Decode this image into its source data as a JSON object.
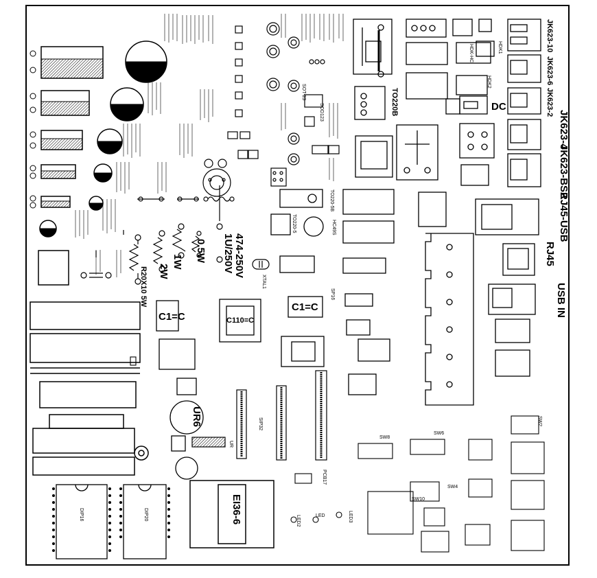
{
  "labels": {
    "jk623_10": "JK623-10",
    "jk623_6": "JK623-6",
    "jk623_2": "JK623-2",
    "jk623_4": "JK623-4",
    "jk623_bs2": "JK623-BS2",
    "rj45_usb": "RJ45-USB",
    "rj45": "RJ45",
    "usb_in": "USB IN",
    "dc": "DC",
    "hdk1": "HDK1",
    "hdk2": "HDK2",
    "hdk_hc": "HDK-HC",
    "to220b": "TO220B",
    "to220_5b": "TO220-5B",
    "to220_5": "TO220-5",
    "hc49s": "HC49S",
    "c1c_a": "C1=C",
    "c1c_b": "C1=C",
    "c110c": "C110=C",
    "ei136": "EI36-6",
    "cap_474": "474-250V",
    "cap_1u": "1U/250V",
    "res_05w": "0.5W",
    "res_1w": "1W",
    "res_2w": "2W",
    "res_5w": "R20X10 5W",
    "xtal": "XTAL1",
    "ur6": "UR6",
    "ur": "UR",
    "sip32": "SIP32",
    "sp16_a": "SP16",
    "sw8": "SW8",
    "sw6": "SW6",
    "sw4": "SW4",
    "sw10": "SW10",
    "sw2": "SW2",
    "led": "LED",
    "led2": "LED2",
    "led3": "LED3",
    "dip16": "DIP16",
    "dip20": "DIP20",
    "sot23": "SOT-23",
    "sod123": "SOD123",
    "pcb17": "PCB17"
  },
  "colors": {
    "ink": "#000000",
    "paper": "#ffffff"
  }
}
